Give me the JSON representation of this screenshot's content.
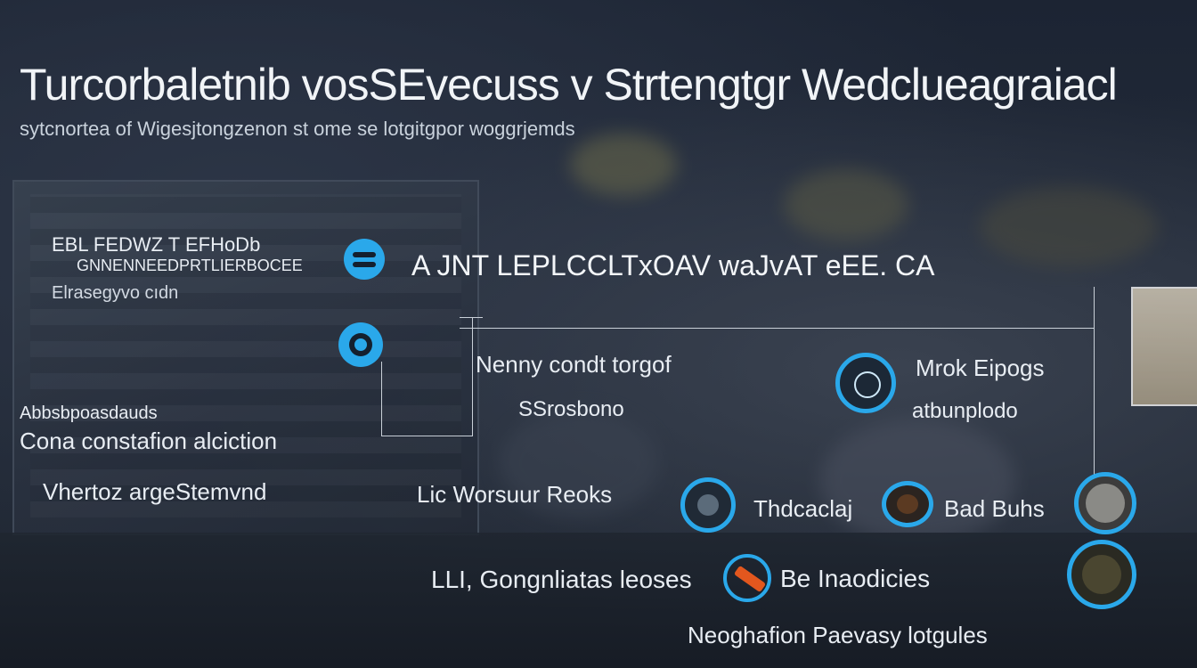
{
  "header": {
    "title": "Turcorbaletnib vosSEvecuss v Strtengtgr Wedclueagraiacl",
    "subtitle": "sytcnortea of Wigesjtongzenon st ome se lotgitgpor woggrjemds"
  },
  "left": {
    "line1": "EBL FEDWZ T EFHoDb",
    "line2": "GNNENNEEDPRTLIERBOCEE",
    "line3": "Elrasegyvo cıdn",
    "line4": "Abbsbpoasdauds",
    "line5": "Cona constafion alciction",
    "line6": "Vhertoz argeStemvnd"
  },
  "middle": {
    "heading": "A JNT LEPLCCLTxOAV waJvAT eEE. CA",
    "item1": "Nenny condt torgof",
    "item2": "SSrosbono",
    "item3": "Lic Worsuur Reoks",
    "item4": "LLI, Gongnliatas leoses"
  },
  "right": {
    "item1": "Mrok Eipogs",
    "item2": "atbunplodo",
    "item3": "Thdcaclaj",
    "item4": "Bad Buhs",
    "item5": "Be Inaodicies"
  },
  "footer": {
    "caption": "Neoghafion Paevasy lotgules"
  },
  "colors": {
    "accent": "#2aa8ea",
    "accent_orange": "#e2571e",
    "background": "#1b2230",
    "text": "#e8edf3"
  },
  "icons": [
    "circle-badge-icon",
    "target-ring-icon",
    "camera-lens-icon",
    "eye-icon",
    "wrench-icon",
    "gauge-icon",
    "globe-icon"
  ]
}
